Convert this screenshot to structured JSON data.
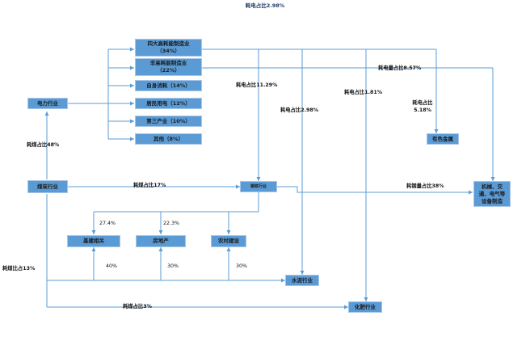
{
  "title": "耗电占比2.98%",
  "colors": {
    "box_fill": "#5b9bd5",
    "line": "#5b9bd5"
  },
  "nodes": {
    "power": "电力行业",
    "coal": "煤炭行业",
    "four_high": [
      "四大高耗能制造业",
      "（34%）"
    ],
    "non_high": [
      "非高耗能制造业",
      "（22%）"
    ],
    "own_use": "自身消耗（14%）",
    "resident": "居民用电（12%）",
    "tertiary": "第三产业（10%）",
    "other": "其他（8%）",
    "steel": "钢铁行业",
    "infra": "基建相关",
    "realestate": "房地产",
    "rural": "农村建设",
    "cement": "水泥行业",
    "fertilizer": "化肥行业",
    "metal": "有色金属",
    "machinery": [
      "机械、交",
      "通、电气等",
      "设备制造"
    ]
  },
  "labels": {
    "power_ratio": "耗电占比11.29%",
    "cement_power": "耗电占比2.98%",
    "fertilizer_power": "耗电占比1.81%",
    "metal_power_a": "耗电占比",
    "metal_power_b": "5.18%",
    "machinery_power": "耗电量占比8.57%",
    "coal_power": "耗煤占比48%",
    "coal_steel": "耗煤占比17%",
    "steel_machinery": "耗钢量占比38%",
    "steel_infra": "27.4%",
    "steel_realestate": "22.3%",
    "cement_infra": "40%",
    "cement_realestate": "30%",
    "cement_rural": "30%",
    "coal_cement": "耗煤比占13%",
    "coal_fertilizer": "耗煤占比3%"
  }
}
